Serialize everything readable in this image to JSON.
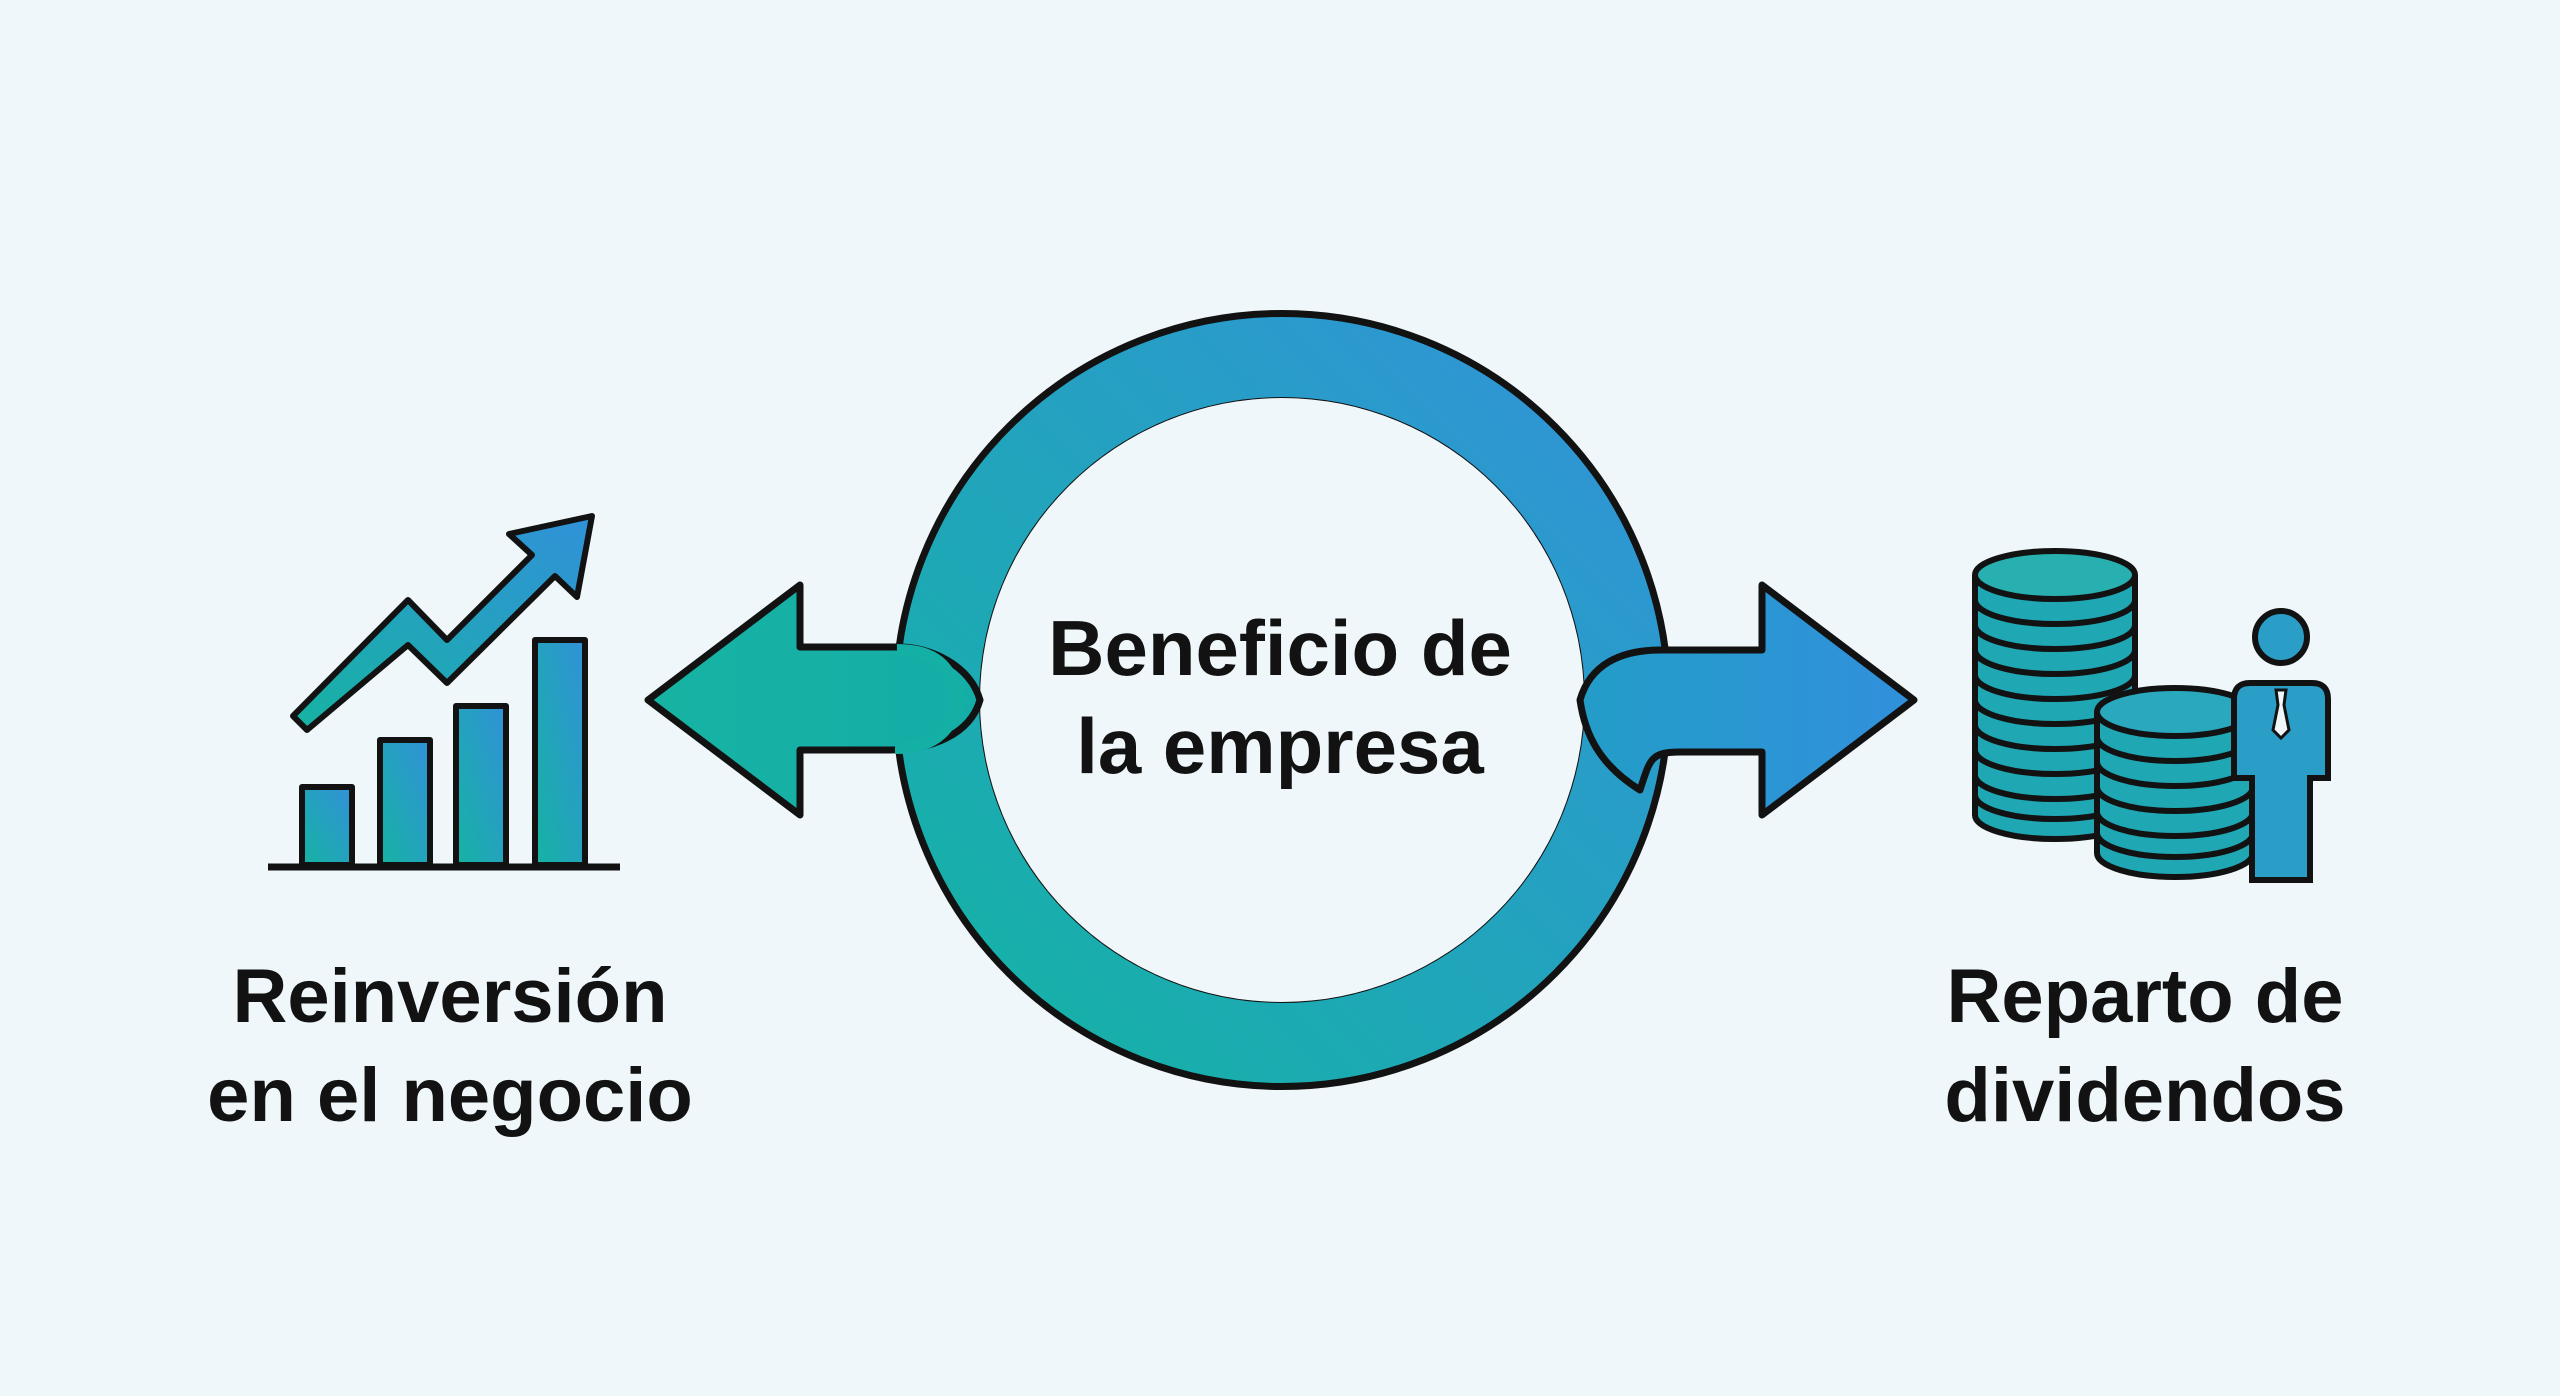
{
  "center": {
    "line1": "Beneficio de",
    "line2": "la empresa"
  },
  "left": {
    "line1": "Reinversión",
    "line2": "en el negocio",
    "icon": "growth-chart-icon"
  },
  "right": {
    "line1": "Reparto de",
    "line2": "dividendos",
    "icon": "coins-investor-icon"
  },
  "colors": {
    "teal": "#14b3a4",
    "blue": "#2f8fd8",
    "outline": "#121212",
    "background": "#eff7fa"
  }
}
